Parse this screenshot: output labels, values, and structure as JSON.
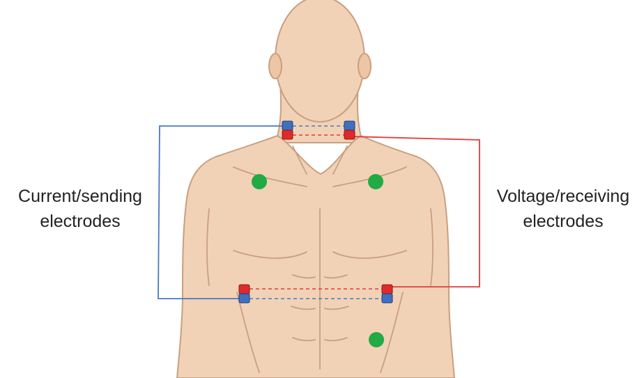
{
  "labels": {
    "current_line1": "Current/sending",
    "current_line2": "electrodes",
    "voltage_line1": "Voltage/receiving",
    "voltage_line2": "electrodes"
  },
  "colors": {
    "skin": "#f1d2b6",
    "skin_outline": "#c99f80",
    "current_wire": "#4a78c4",
    "voltage_wire": "#e23b3b",
    "electrode_blue": "#3f6fbf",
    "electrode_red": "#e02a2a",
    "ground_marker": "#22aa44"
  }
}
